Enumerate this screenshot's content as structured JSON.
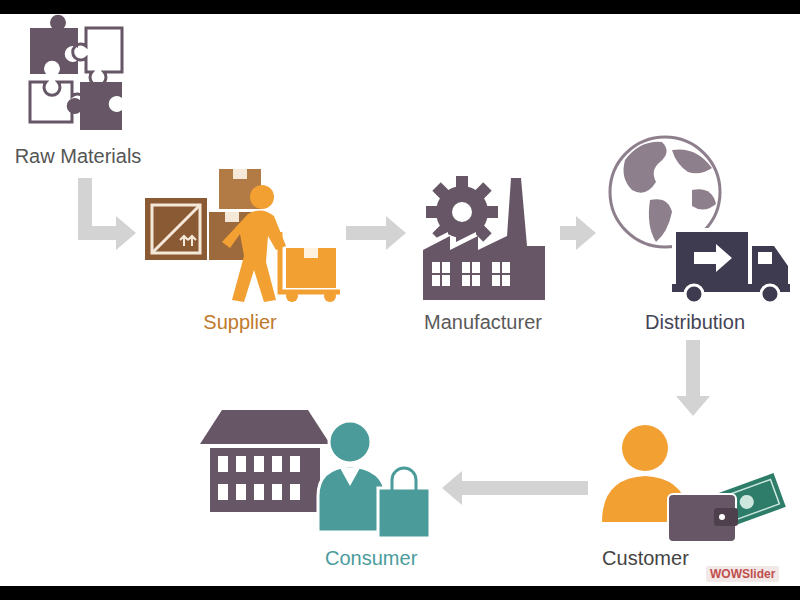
{
  "diagram": {
    "nodes": [
      {
        "text": [
          "Raw Materials"
        ]
      },
      {
        "text": [
          "Supplier"
        ]
      },
      {
        "text": [
          "Manufacturer"
        ]
      },
      {
        "text": [
          "Distribution"
        ]
      },
      {
        "text": [
          "Customer"
        ]
      },
      {
        "text": [
          "Consumer"
        ]
      }
    ],
    "edges": [
      {
        "from": 0,
        "to": 1,
        "arrow": "to"
      },
      {
        "from": 1,
        "to": 2,
        "arrow": "to"
      },
      {
        "from": 2,
        "to": 3,
        "arrow": "to"
      },
      {
        "from": 3,
        "to": 4,
        "arrow": "to"
      },
      {
        "from": 4,
        "to": 5,
        "arrow": "to"
      }
    ],
    "labels": [
      "WOWSlider"
    ]
  }
}
